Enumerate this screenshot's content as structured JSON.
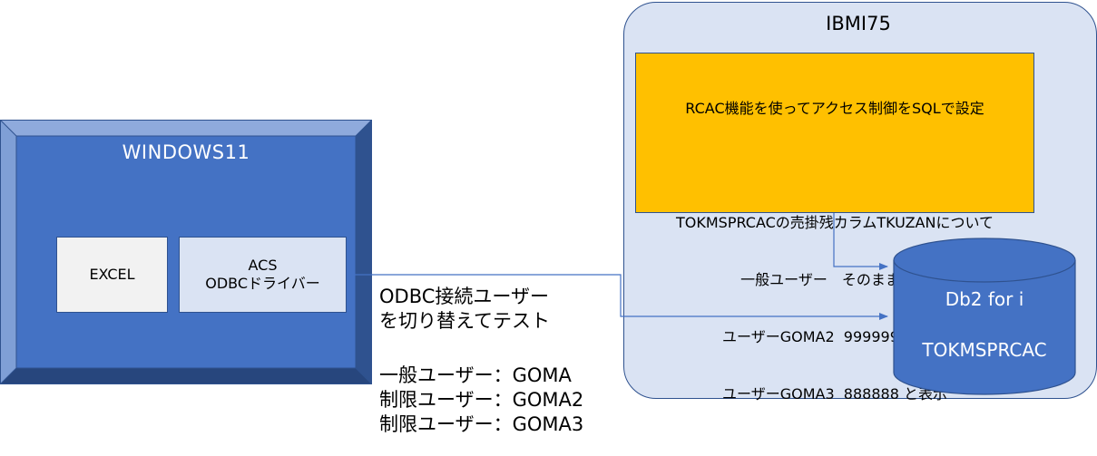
{
  "windows": {
    "title": "WINDOWS11",
    "excel_label": "EXCEL",
    "acs_line1": "ACS",
    "acs_line2": "ODBCドライバー"
  },
  "ibmi": {
    "title": "IBMI75",
    "rcac_note": {
      "lines": [
        "RCAC機能を使ってアクセス制御をSQLで設定",
        "",
        "TOKMSPRCACの売掛残カラムTKUZANについて",
        "一般ユーザー　そのまま表示",
        "ユーザーGOMA2  999999 と表示",
        "ユーザーGOMA3  888888 と表示"
      ]
    },
    "db": {
      "name": "Db2 for i",
      "table": "TOKMSPRCAC"
    }
  },
  "connection_note": {
    "line1": "ODBC接続ユーザー",
    "line2": "を切り替えてテスト"
  },
  "users": [
    "一般ユーザー：GOMA",
    "制限ユーザー：GOMA2",
    "制限ユーザー：GOMA3"
  ],
  "colors": {
    "windows_fill": "#4472c4",
    "windows_bevel_light": "#8faadc",
    "windows_bevel_dark": "#2f528f",
    "panel_fill": "#dae3f3",
    "note_fill": "#ffc000",
    "db_fill": "#4472c4",
    "line": "#4472c4"
  }
}
